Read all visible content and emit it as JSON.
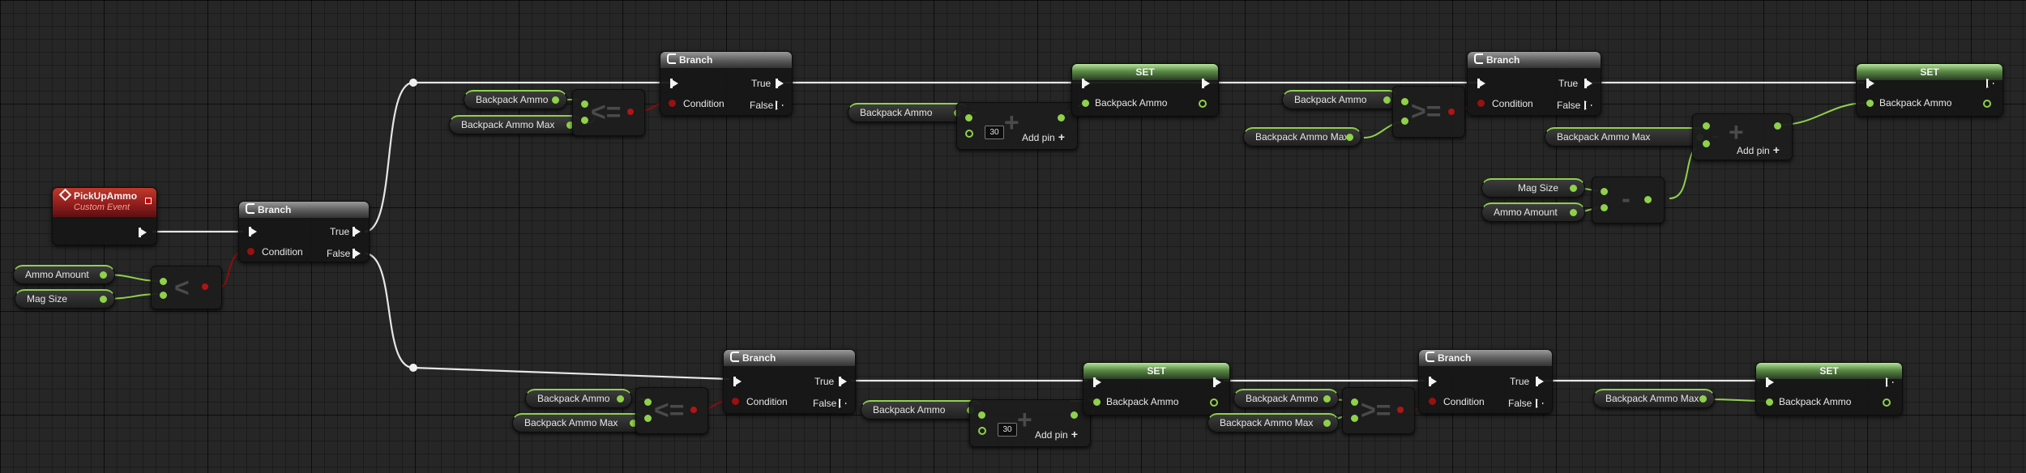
{
  "event": {
    "title": "PickUpAmmo",
    "subtitle": "Custom Event"
  },
  "branch": {
    "title": "Branch",
    "condition": "Condition",
    "true_label": "True",
    "false_label": "False"
  },
  "set": {
    "title": "SET",
    "target": "Backpack Ammo"
  },
  "vars": {
    "ammo_amount": "Ammo Amount",
    "mag_size": "Mag Size",
    "backpack_ammo": "Backpack Ammo",
    "backpack_ammo_max": "Backpack Ammo Max"
  },
  "ops": {
    "less": "<",
    "less_equal": "<=",
    "greater_equal": ">=",
    "add": "+",
    "subtract": "-",
    "add_pin": "Add pin",
    "add_pin_icon": "+"
  },
  "constants": {
    "add_value": "30"
  },
  "colors": {
    "exec": "#f4f4f4",
    "float_pin": "#8fd14a",
    "bool_pin": "#9a1010",
    "event_header": "#8c1c1c",
    "set_header": "#5a8a45"
  }
}
